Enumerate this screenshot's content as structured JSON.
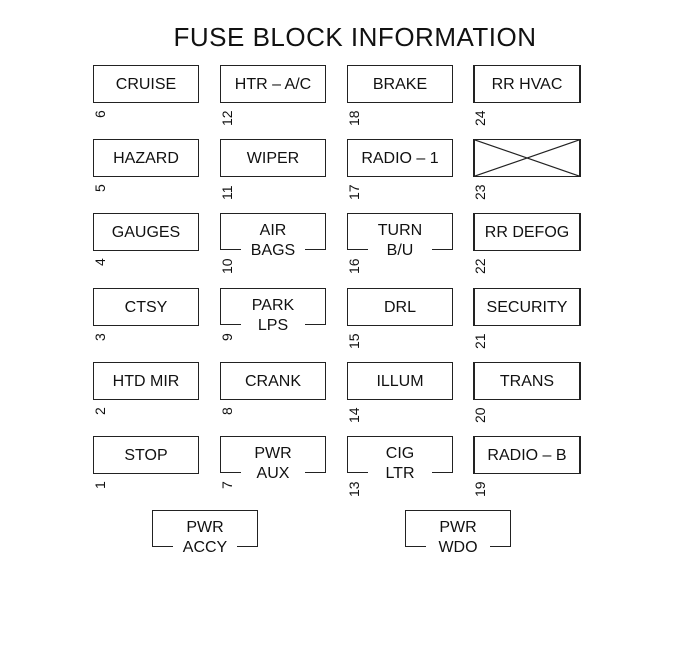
{
  "title": "FUSE BLOCK INFORMATION",
  "fuses": [
    {
      "num": "6",
      "lines": [
        "CRUISE"
      ]
    },
    {
      "num": "12",
      "lines": [
        "HTR – A/C"
      ]
    },
    {
      "num": "18",
      "lines": [
        "BRAKE"
      ]
    },
    {
      "num": "24",
      "lines": [
        "RR HVAC"
      ]
    },
    {
      "num": "5",
      "lines": [
        "HAZARD"
      ]
    },
    {
      "num": "11",
      "lines": [
        "WIPER"
      ]
    },
    {
      "num": "17",
      "lines": [
        "RADIO – 1"
      ]
    },
    {
      "num": "23",
      "lines": [],
      "empty": true
    },
    {
      "num": "4",
      "lines": [
        "GAUGES"
      ]
    },
    {
      "num": "10",
      "lines": [
        "AIR",
        "BAGS"
      ]
    },
    {
      "num": "16",
      "lines": [
        "TURN",
        "B/U"
      ]
    },
    {
      "num": "22",
      "lines": [
        "RR DEFOG"
      ]
    },
    {
      "num": "3",
      "lines": [
        "CTSY"
      ]
    },
    {
      "num": "9",
      "lines": [
        "PARK",
        "LPS"
      ]
    },
    {
      "num": "15",
      "lines": [
        "DRL"
      ]
    },
    {
      "num": "21",
      "lines": [
        "SECURITY"
      ]
    },
    {
      "num": "2",
      "lines": [
        "HTD MIR"
      ]
    },
    {
      "num": "8",
      "lines": [
        "CRANK"
      ]
    },
    {
      "num": "14",
      "lines": [
        "ILLUM"
      ]
    },
    {
      "num": "20",
      "lines": [
        "TRANS"
      ]
    },
    {
      "num": "1",
      "lines": [
        "STOP"
      ]
    },
    {
      "num": "7",
      "lines": [
        "PWR",
        "AUX"
      ]
    },
    {
      "num": "13",
      "lines": [
        "CIG",
        "LTR"
      ]
    },
    {
      "num": "19",
      "lines": [
        "RADIO – B"
      ]
    }
  ],
  "breakers": [
    {
      "lines": [
        "PWR",
        "ACCY"
      ]
    },
    {
      "lines": [
        "PWR",
        "WDO"
      ]
    }
  ]
}
